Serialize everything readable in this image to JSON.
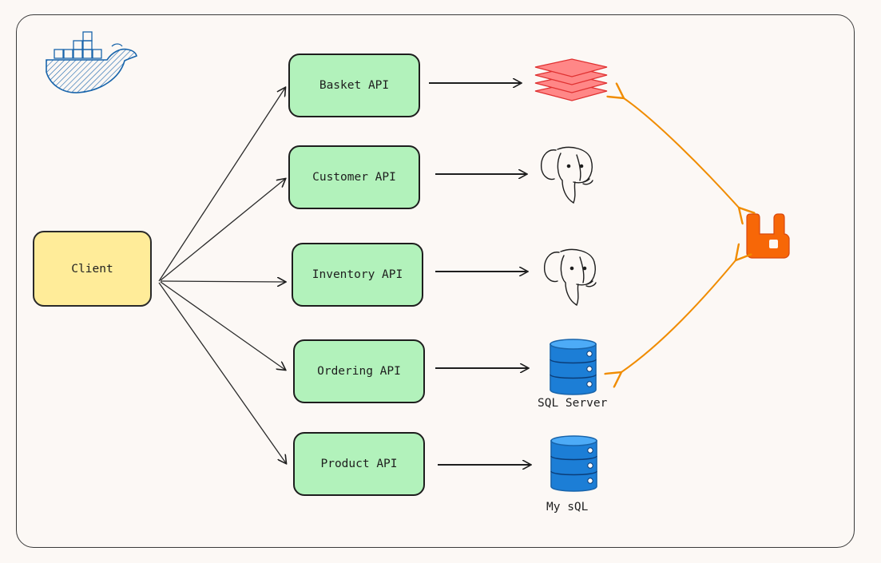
{
  "client": {
    "label": "Client"
  },
  "services": [
    {
      "id": "basket",
      "label": "Basket API",
      "store": "redis"
    },
    {
      "id": "customer",
      "label": "Customer API",
      "store": "postgres"
    },
    {
      "id": "inventory",
      "label": "Inventory API",
      "store": "postgres"
    },
    {
      "id": "ordering",
      "label": "Ordering API",
      "store": "sqlserver"
    },
    {
      "id": "product",
      "label": "Product API",
      "store": "mysql"
    }
  ],
  "databases": {
    "sqlserver": {
      "label": "SQL Server"
    },
    "mysql": {
      "label": "My sQL"
    }
  },
  "icons": {
    "container_platform": "docker-whale-icon",
    "cache": "redis-layers-icon",
    "relational_pg": "postgres-elephant-icon",
    "relational_db": "database-cylinder-icon",
    "message_broker": "rabbitmq-icon"
  },
  "colors": {
    "api_fill": "#b2f2bb",
    "client_fill": "#ffec99",
    "redis": "#ff8787",
    "db_blue": "#1971c2",
    "db_blue_light": "#4dabf7",
    "broker": "#f76707",
    "broker_link": "#f08c00",
    "docker_stroke": "#1864ab"
  }
}
